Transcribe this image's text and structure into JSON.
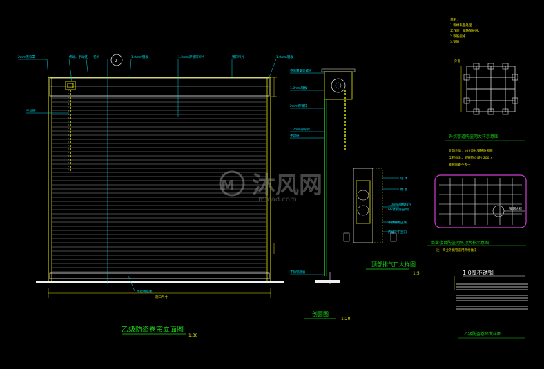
{
  "titles": {
    "main_elevation": "乙级防盗卷帘立面图",
    "main_scale": "1:30",
    "section": "剖面图",
    "section_scale": "1:20",
    "exhaust_detail": "顶部排气口大样图",
    "exhaust_scale": "1:5",
    "pipe_grille": "外挑管道防盗网大样示意图",
    "commercial_grille": "商业楼台防盗网吊顶大样示意图",
    "commercial_note": "注：商业外挑管道用网格做法",
    "door_grade_detail": "乙级防盗卷帘大样图",
    "door_grade_label": "1.0厚不锈钢"
  },
  "watermark": {
    "brand": "沐风网",
    "url": "mfcad.com"
  },
  "colors": {
    "cyan": "#00d8e8",
    "yellow": "#e6e600",
    "white": "#f0f0f0",
    "green": "#19d219",
    "magenta": "#d040d0",
    "gray": "#8a8a8a"
  }
}
